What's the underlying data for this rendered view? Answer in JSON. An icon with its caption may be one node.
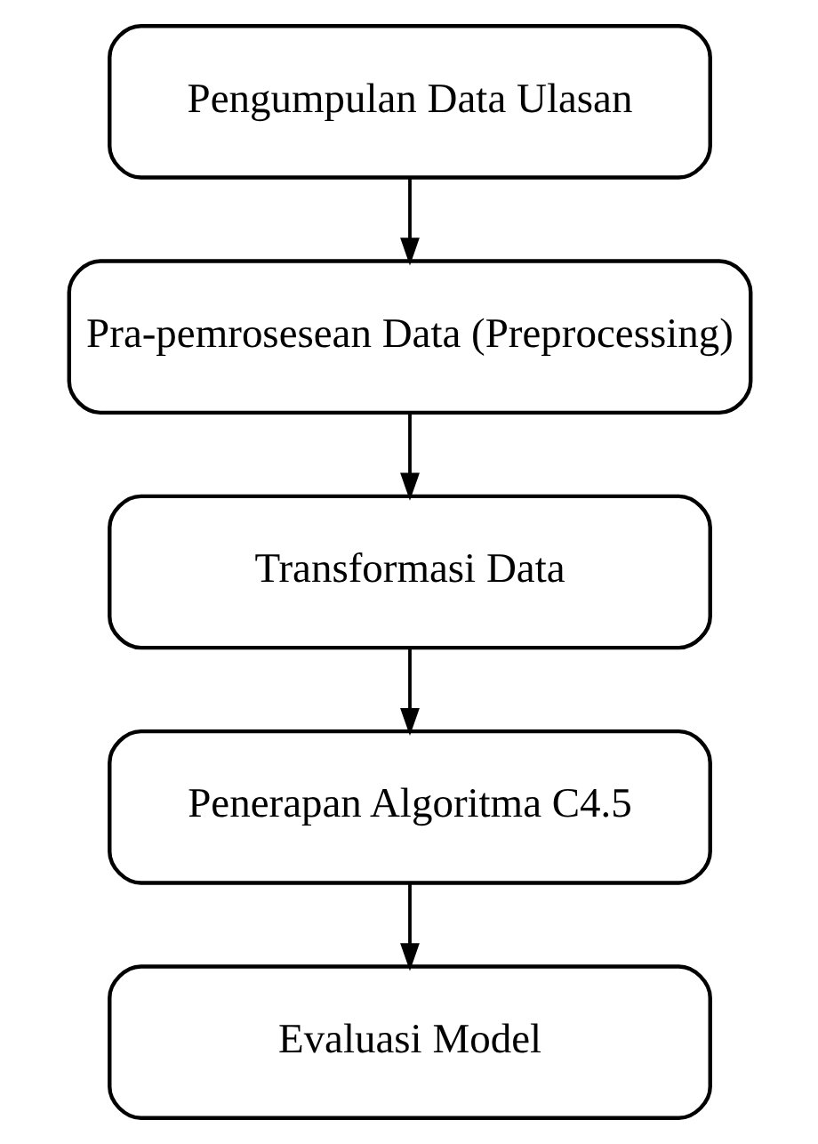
{
  "diagram": {
    "nodes": [
      {
        "text": [
          "Pengumpulan Data Ulasan"
        ]
      },
      {
        "text": [
          "Pra-pemrosesean Data (Preprocessing)"
        ]
      },
      {
        "text": [
          "Transformasi Data"
        ]
      },
      {
        "text": [
          "Penerapan Algoritma C4.5"
        ]
      },
      {
        "text": [
          "Evaluasi Model"
        ]
      }
    ],
    "edges": [
      {
        "from": 0,
        "to": 1,
        "arrow": "to"
      },
      {
        "from": 1,
        "to": 2,
        "arrow": "to"
      },
      {
        "from": 2,
        "to": 3,
        "arrow": "to"
      },
      {
        "from": 3,
        "to": 4,
        "arrow": "to"
      }
    ]
  }
}
